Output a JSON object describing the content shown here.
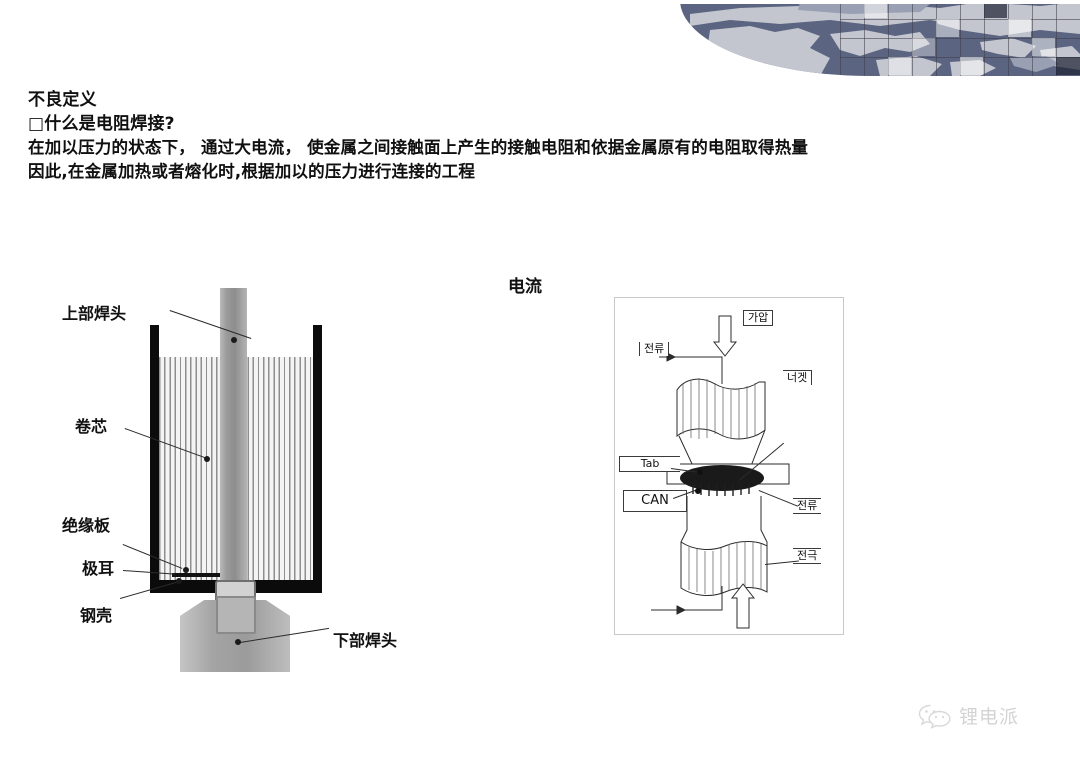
{
  "header": {
    "banner_name": "world-map-banner",
    "accent_color": "#5b6480",
    "map_land_color": "#c3c6cf"
  },
  "text": {
    "title": "不良定义",
    "question": "□什么是电阻焊接?",
    "body_line_1": "在加以压力的状态下， 通过大电流， 使金属之间接触面上产生的接触电阻和依据金属原有的电阻取得热量",
    "body_line_2": "因此,在金属加热或者熔化时,根据加以的压力进行连接的工程"
  },
  "figure_left": {
    "name": "cylindrical-cell-welding-cross-section",
    "labels": {
      "upper_welding_head": "上部焊头",
      "jelly_roll": "卷芯",
      "insulation_plate": "绝缘板",
      "tab": "极耳",
      "steel_can": "钢壳",
      "lower_welding_head": "下部焊头"
    }
  },
  "figure_right": {
    "name": "resistance-welding-principle-diagram",
    "caption": "电流",
    "labels": {
      "pressure": "가압",
      "current_top": "전류",
      "nugget": "너겟",
      "tab": "Tab",
      "can": "CAN",
      "current_bottom": "전류",
      "electrode": "전극"
    }
  },
  "watermark": {
    "icon": "wechat-icon",
    "text": "锂电派"
  }
}
